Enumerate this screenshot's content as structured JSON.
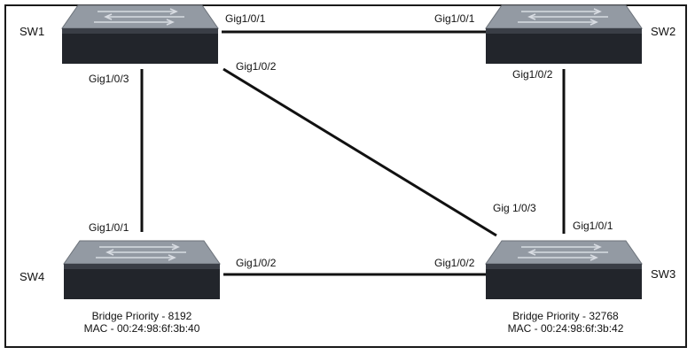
{
  "switches": {
    "sw1": {
      "name": "SW1",
      "ports": {
        "p1": "Gig1/0/1",
        "p2": "Gig1/0/2",
        "p3": "Gig1/0/3"
      }
    },
    "sw2": {
      "name": "SW2",
      "ports": {
        "p1": "Gig1/0/1",
        "p2": "Gig1/0/2"
      }
    },
    "sw3": {
      "name": "SW3",
      "ports": {
        "p1": "Gig1/0/1",
        "p2": "Gig1/0/2",
        "p3": "Gig 1/0/3"
      },
      "bridge_priority": "Bridge Priority - 32768",
      "mac": "MAC  - 00:24:98:6f:3b:42"
    },
    "sw4": {
      "name": "SW4",
      "ports": {
        "p1": "Gig1/0/1",
        "p2": "Gig1/0/2"
      },
      "bridge_priority": "Bridge Priority - 8192",
      "mac": "MAC  - 00:24:98:6f:3b:40"
    }
  },
  "colors": {
    "switch_top": "#8f959e",
    "switch_front": "#23262c",
    "link": "#111111"
  }
}
